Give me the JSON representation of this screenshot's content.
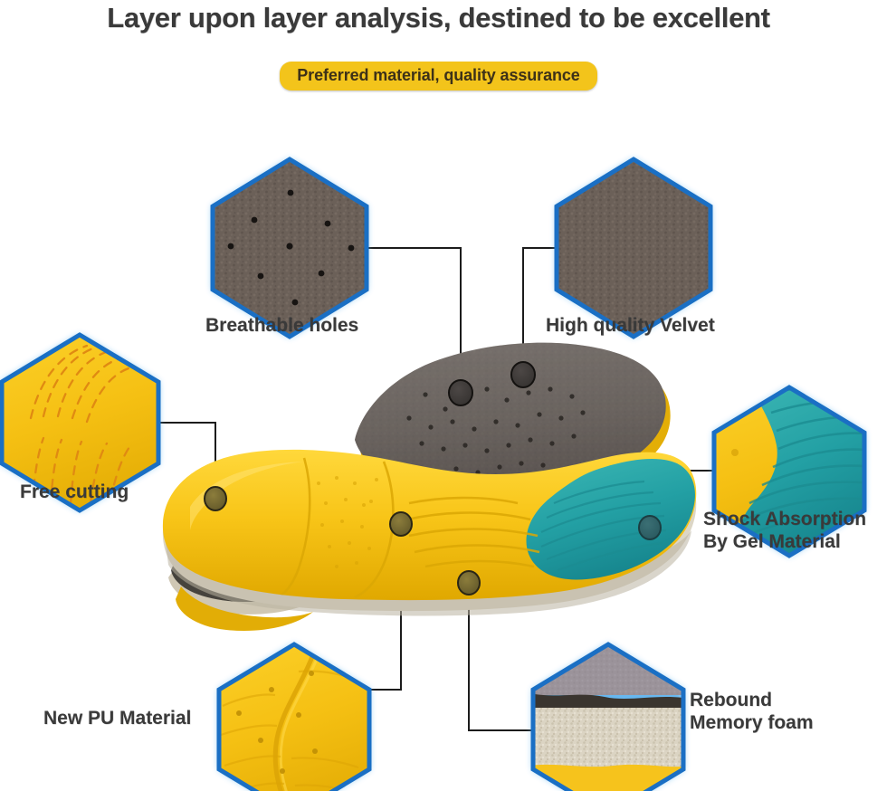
{
  "header": {
    "title": "Layer upon layer analysis, destined to be excellent",
    "badge": "Preferred material, quality assurance"
  },
  "colors": {
    "accent_yellow": "#f3c41b",
    "hex_border_blue": "#1a6fc4",
    "hex_glow_blue": "#5fb4ef",
    "insole_yellow": "#f6c31c",
    "gel_teal": "#2aa3a8",
    "velvet_gray": "#6b6058",
    "top_cloth_gray": "#6e6a68",
    "foam_cream": "#d9d2c2",
    "text_dark": "#3a3a3a",
    "badge_text": "#3d3118",
    "connector_line": "#1c1c1c",
    "callout_dot": "#6b6033"
  },
  "features": [
    {
      "id": "breathable-holes",
      "label": "Breathable holes",
      "swatch": "perforated-dark-fabric"
    },
    {
      "id": "high-quality-velvet",
      "label": "High quality Velvet",
      "swatch": "plain-dark-velvet"
    },
    {
      "id": "free-cutting",
      "label": "Free cutting",
      "swatch": "yellow-with-cut-guides"
    },
    {
      "id": "shock-absorption",
      "label_line1": "Shock Absorption",
      "label_line2": "By Gel Material",
      "swatch": "teal-gel-ridges-on-yellow"
    },
    {
      "id": "new-pu-material",
      "label": "New PU Material",
      "swatch": "yellow-pu-foam-ridge"
    },
    {
      "id": "rebound-memory-foam",
      "label_line1": "Rebound",
      "label_line2": "Memory foam",
      "swatch": "layered-foam-cross-section"
    }
  ],
  "product": {
    "top_insole": "gray perforated cloth insole",
    "bottom_insole": "yellow PU insole with teal gel heel"
  }
}
